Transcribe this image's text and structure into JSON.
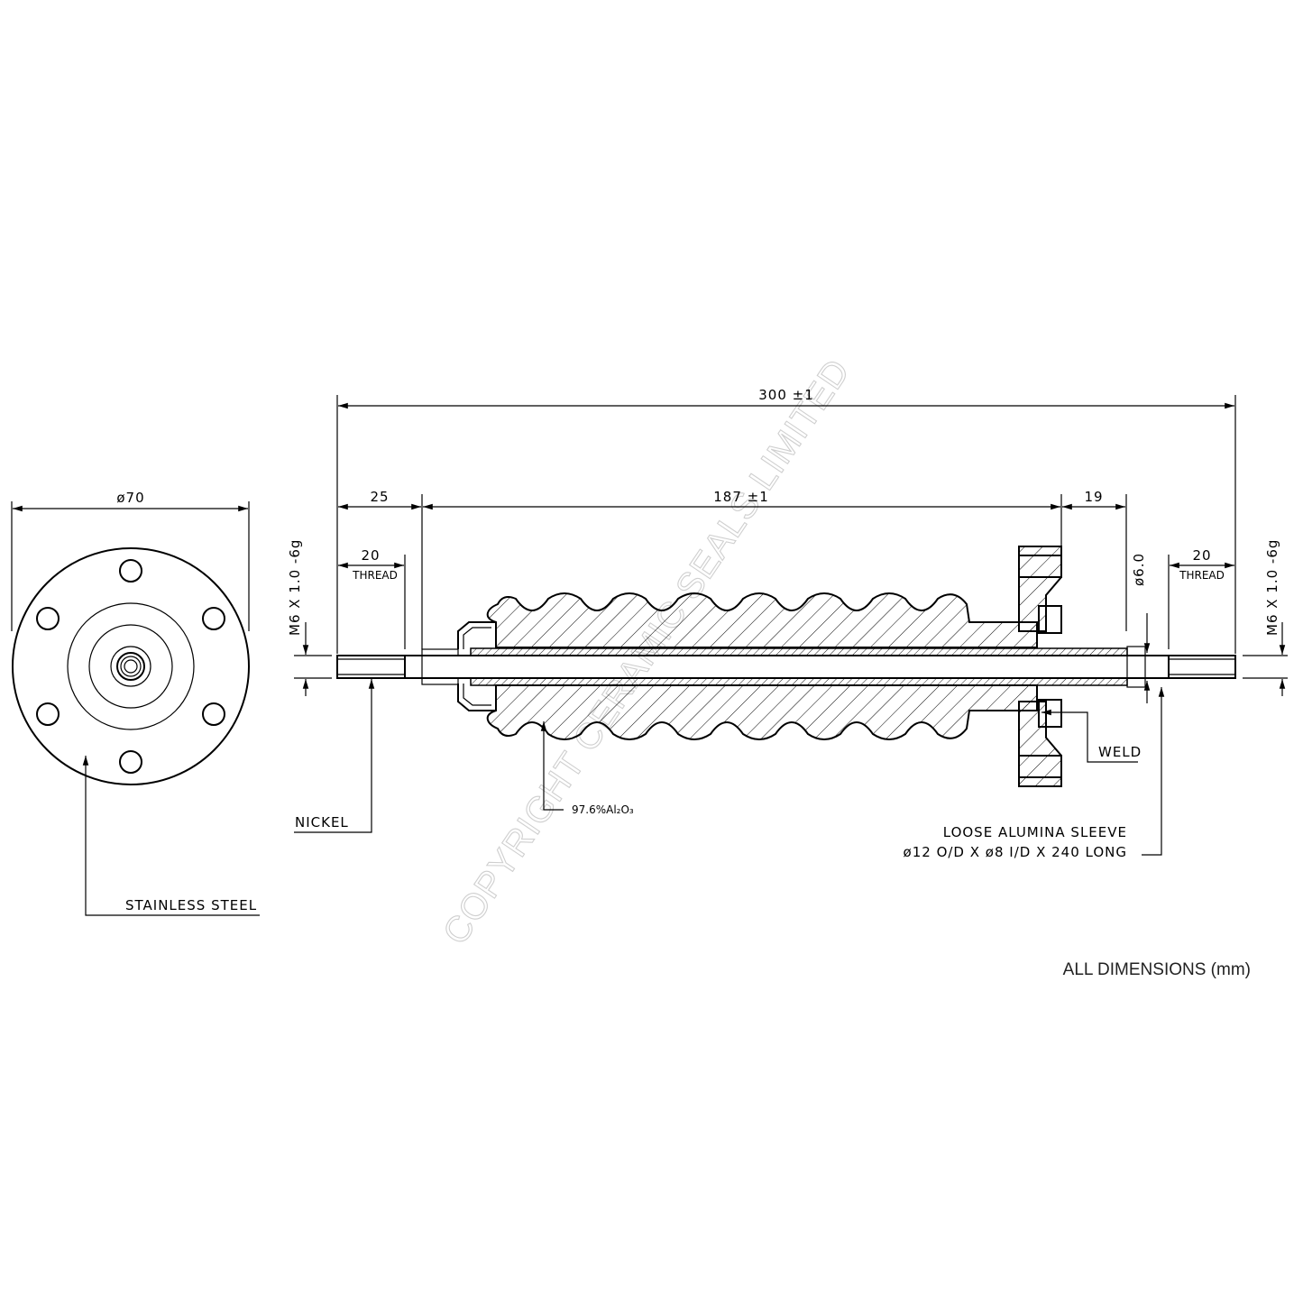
{
  "watermark": "COPYRIGHT CERAMIC SEALS LIMITED",
  "footer_note": "ALL DIMENSIONS (mm)",
  "end_view": {
    "diameter_label": "ø70",
    "material_label": "STAINLESS STEEL"
  },
  "side_view": {
    "overall_length": "300 ±1",
    "left_end_length": "25",
    "centre_length": "187 ±1",
    "right_end_length": "19",
    "left_thread_length": "20",
    "left_thread_word": "THREAD",
    "right_thread_length": "20",
    "right_thread_word": "THREAD",
    "left_thread_spec": "M6 X 1.0 -6g",
    "right_thread_spec": "M6 X 1.0 -6g",
    "pin_diameter": "ø6.0",
    "conductor_material": "NICKEL",
    "insulator_material": "97.6%Al₂O₃",
    "weld_label": "WELD",
    "sleeve_line_1": "LOOSE ALUMINA SLEEVE",
    "sleeve_line_2": "ø12 O/D X ø8 I/D X 240 LONG"
  }
}
